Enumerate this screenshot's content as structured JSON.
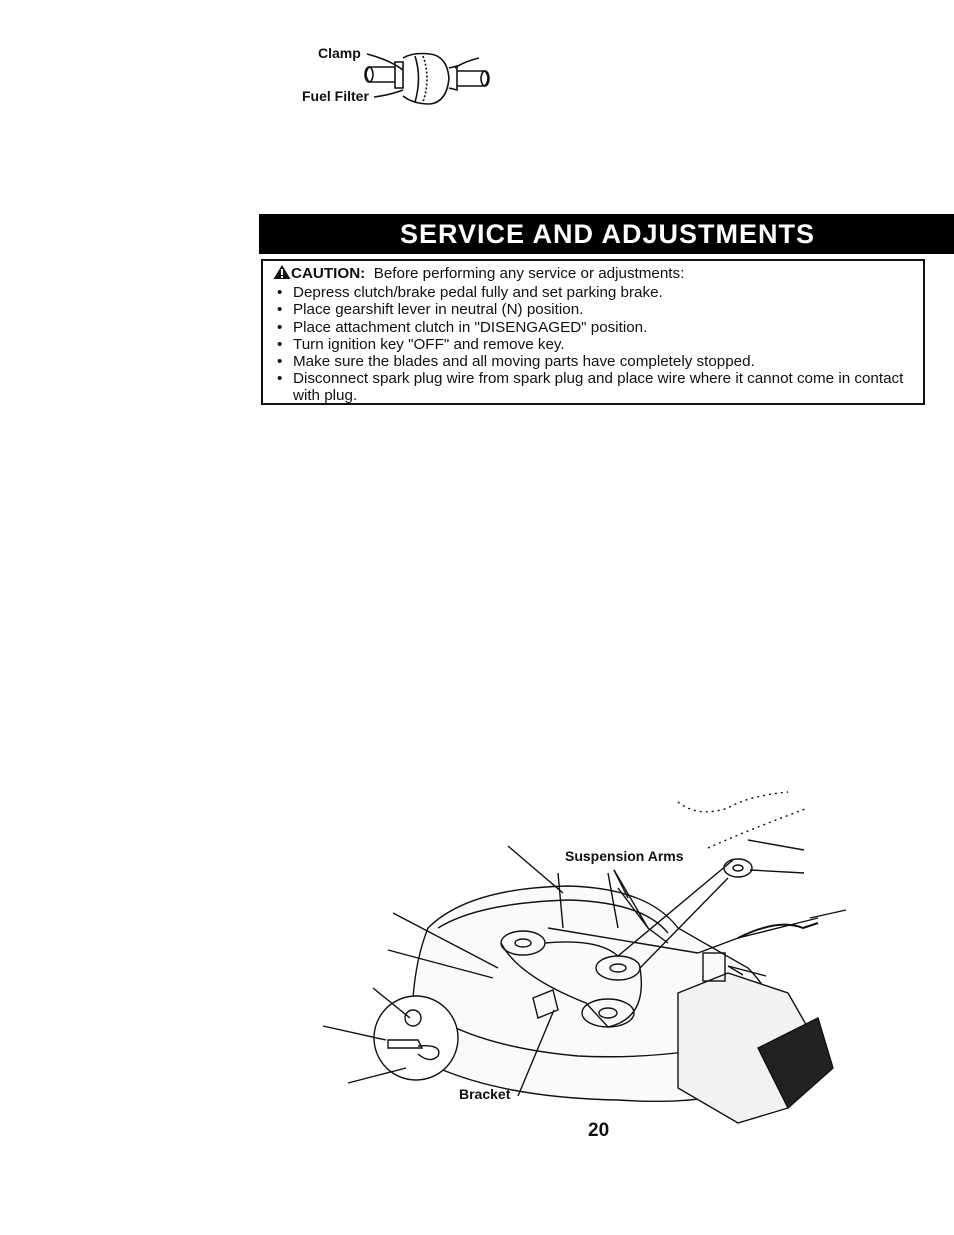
{
  "fuel_filter_figure": {
    "clamp_label": "Clamp",
    "fuel_filter_label": "Fuel Filter"
  },
  "section": {
    "title": "SERVICE AND ADJUSTMENTS"
  },
  "caution": {
    "icon": "warning-triangle-icon",
    "heading": "CAUTION:",
    "intro": "Before performing any service or adjustments:",
    "bullet_glyph": "•",
    "items": [
      "Depress clutch/brake pedal fully and set parking brake.",
      "Place gearshift lever in neutral (N) position.",
      "Place attachment clutch  in \"DISENGAGED\" position.",
      "Turn ignition key \"OFF\" and remove key.",
      "Make sure the blades and all moving parts have completely stopped.",
      "Disconnect spark plug wire from spark plug and place wire where it cannot come in contact with plug."
    ]
  },
  "deck_figure": {
    "suspension_arms_label": "Suspension Arms",
    "bracket_label": "Bracket"
  },
  "page_number": "20"
}
